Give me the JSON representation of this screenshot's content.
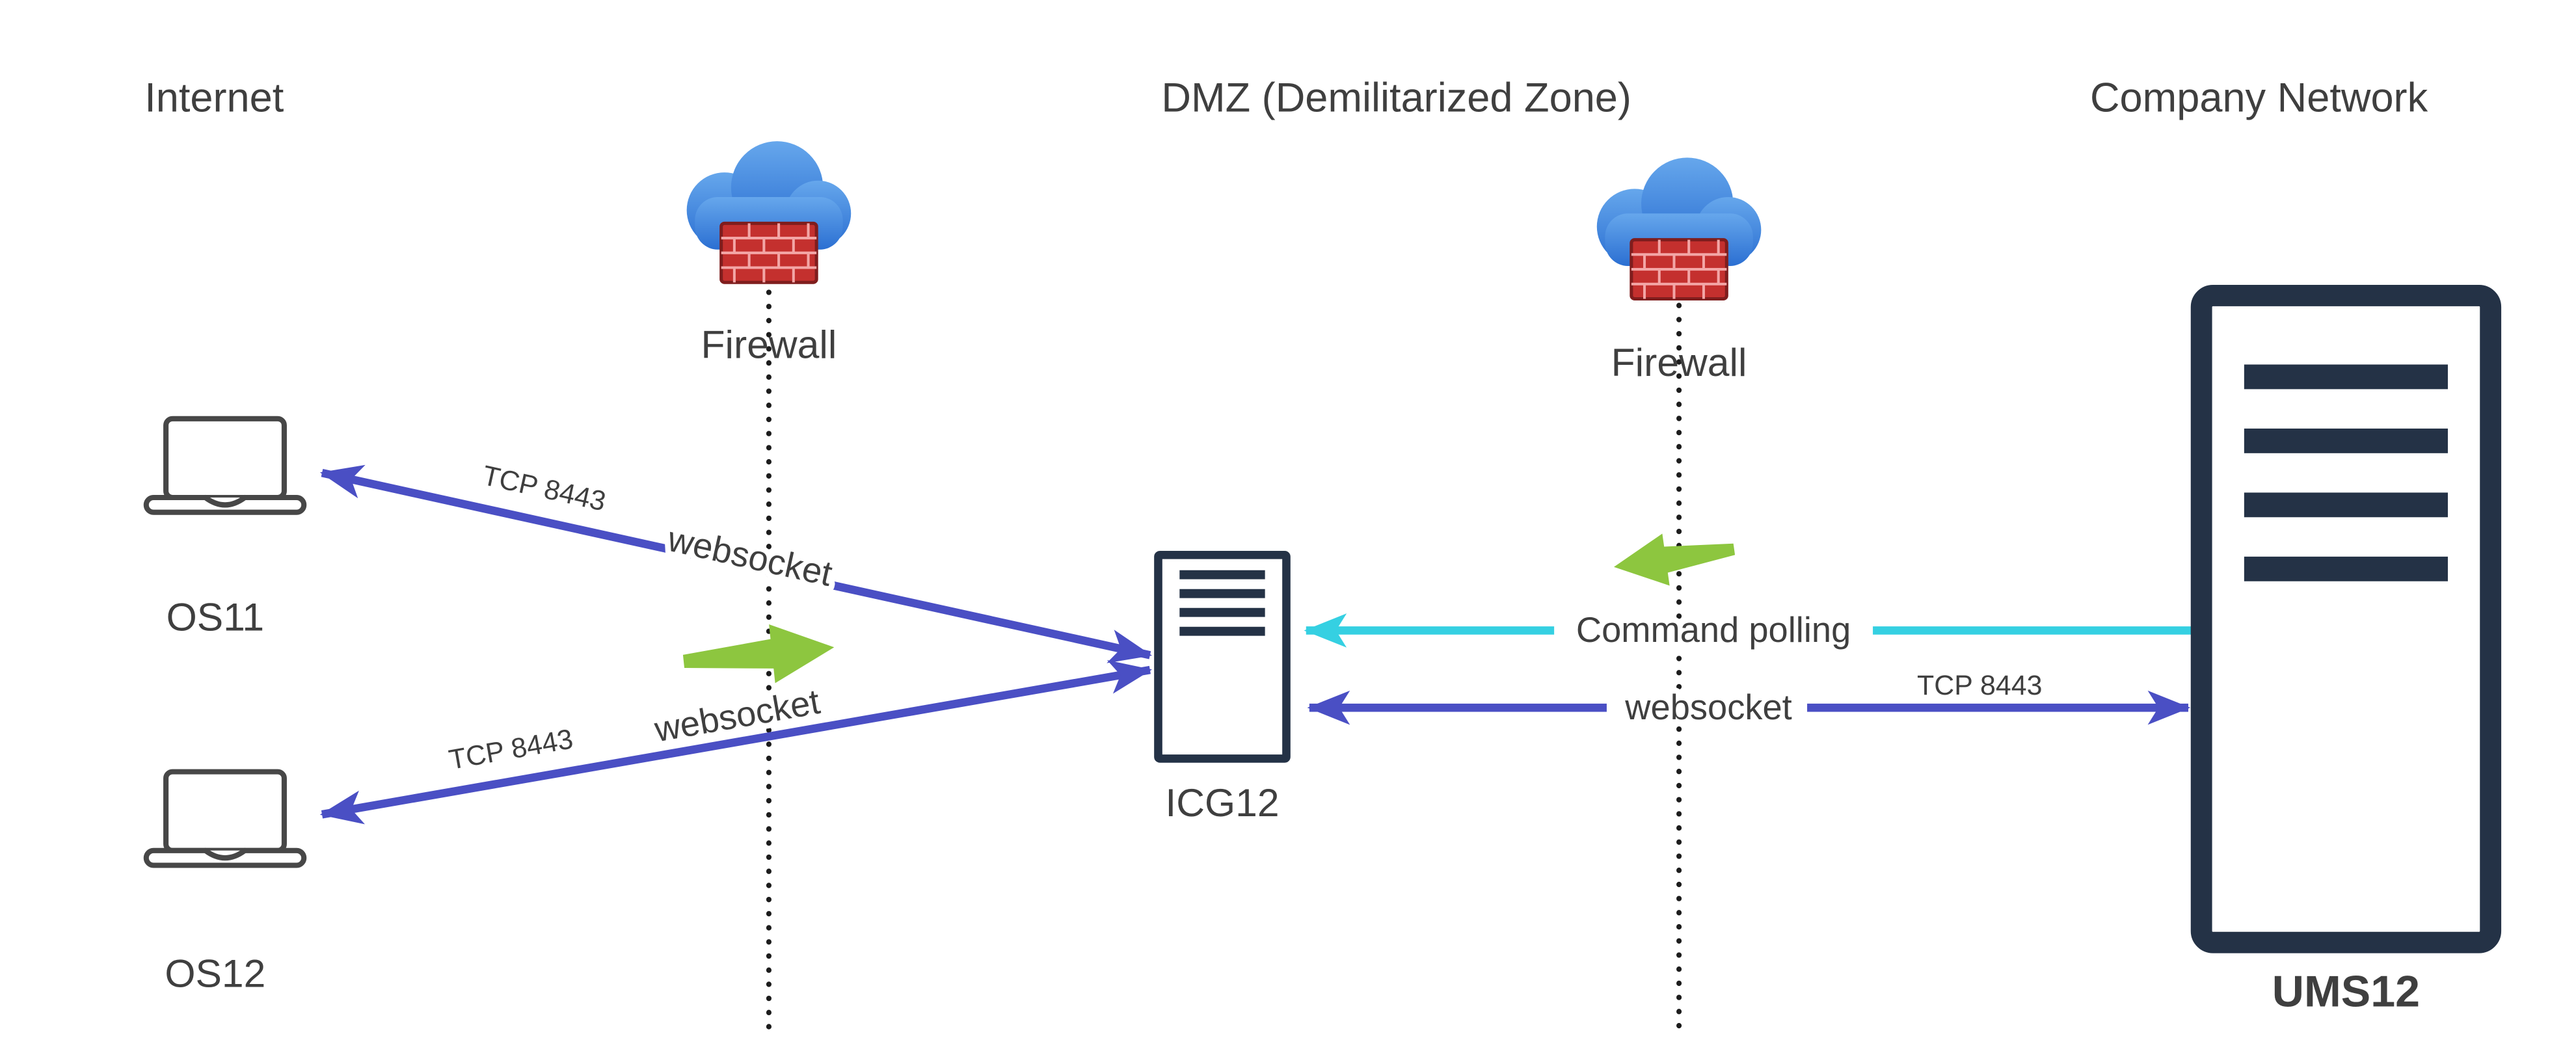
{
  "zones": {
    "internet": "Internet",
    "dmz": "DMZ (Demilitarized Zone)",
    "company": "Company Network"
  },
  "nodes": {
    "firewall1": "Firewall",
    "firewall2": "Firewall",
    "os11": "OS11",
    "os12": "OS12",
    "icg": "ICG12",
    "ums": "UMS12"
  },
  "edges": {
    "os11_protocol": "TCP 8443",
    "os11_type": "websocket",
    "os12_protocol": "TCP 8443",
    "os12_type": "websocket",
    "command_polling": "Command polling",
    "ums_type": "websocket",
    "ums_protocol": "TCP 8443"
  },
  "icons": {
    "firewall": "cloud-with-brick-wall",
    "os11": "laptop",
    "os12": "laptop",
    "icg": "server-tower",
    "ums": "server-rack"
  },
  "colors": {
    "arrow-blue": "#4a4fc4",
    "arrow-cyan": "#35d0e2",
    "arrow-green": "#8dc63f",
    "server-dark": "#243246",
    "text": "#3f3f3f"
  }
}
